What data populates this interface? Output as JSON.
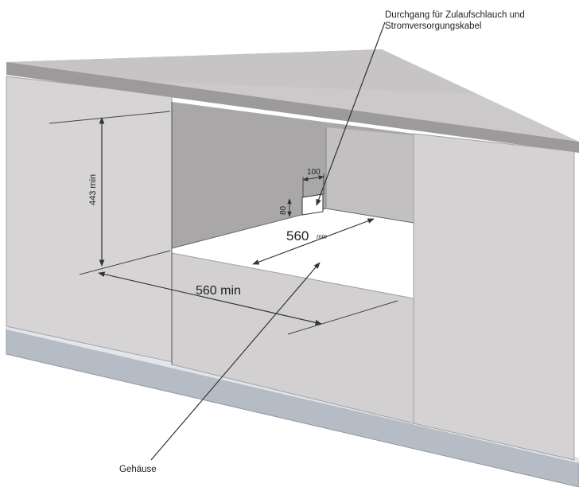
{
  "labels": {
    "passage_line1": "Durchgang für Zulaufschlauch und",
    "passage_line2": "Stromversorgungskabel",
    "housing": "Gehäuse",
    "height_min": "443 min",
    "depth_value": "560",
    "depth_unit": "min",
    "width_min": "560 min",
    "opening_width": "100",
    "opening_height": "80"
  },
  "colors": {
    "panel": "#d4d2d3",
    "countertop": "#cfcdce",
    "countertop_edge": "#9a9899",
    "back_wall": "#a8a6a7",
    "plinth": "#b6bcc6",
    "plinth_dark": "#8e96a3",
    "line": "#333333"
  }
}
